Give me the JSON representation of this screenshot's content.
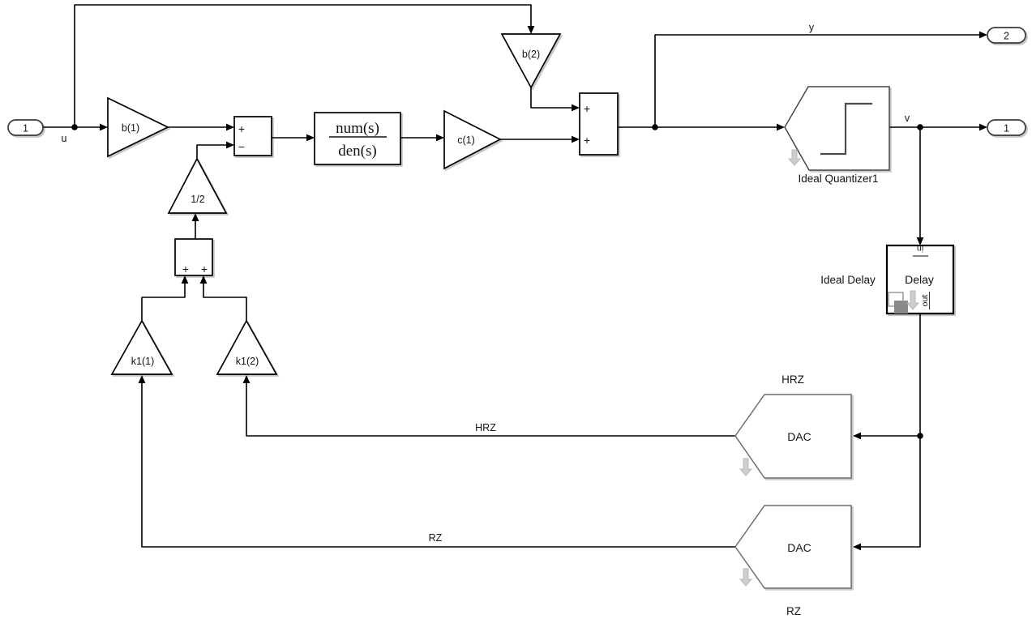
{
  "colors": {
    "wire": "#000000",
    "border": "#000000",
    "quant": "#454545",
    "sub": "#6e6e6e",
    "badge": "#cdcdcd",
    "badge-edge": "#b8b8b8",
    "icon": "#4d4d4d",
    "fill": "#ffffff"
  },
  "ports": {
    "inport1": "1",
    "outport2": "2",
    "outport1": "1"
  },
  "signals": {
    "u": "u",
    "y": "y",
    "v": "v",
    "hrz_wire": "HRZ",
    "rz_wire": "RZ"
  },
  "gains": {
    "b1": "b(1)",
    "b2": "b(2)",
    "c1": "c(1)",
    "half": "1/2",
    "k1_1": "k1(1)",
    "k1_2": "k1(2)"
  },
  "transfer_fcn": {
    "num": "num(s)",
    "den": "den(s)"
  },
  "sums": {
    "sum1_plus": "+",
    "sum1_minus": "−",
    "sum2_plus_top": "+",
    "sum2_plus_bottom": "+",
    "sum3_plus_left": "+",
    "sum3_plus_right": "+"
  },
  "blocks": {
    "quantizer_label": "Ideal Quantizer1",
    "delay_label": "Ideal Delay",
    "delay_title": "Delay",
    "delay_in": "in",
    "delay_out": "out",
    "dac_hrz_title": "DAC",
    "dac_hrz_label": "HRZ",
    "dac_rz_title": "DAC",
    "dac_rz_label": "RZ"
  }
}
